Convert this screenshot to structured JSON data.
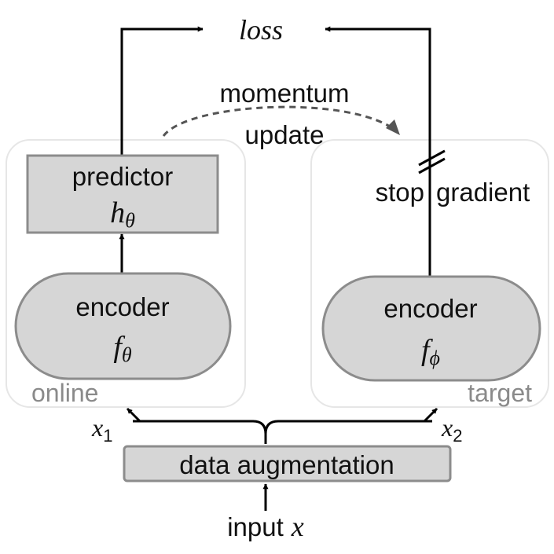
{
  "loss": {
    "label": "loss"
  },
  "momentum": {
    "line1": "momentum",
    "line2": "update"
  },
  "online": {
    "group_label": "online",
    "predictor": {
      "name": "predictor",
      "symbol": "h",
      "subscript": "θ"
    },
    "encoder": {
      "name": "encoder",
      "symbol": "f",
      "subscript": "θ"
    }
  },
  "target": {
    "group_label": "target",
    "stop_gradient": {
      "part1": "stop",
      "part2": "gradient"
    },
    "encoder": {
      "name": "encoder",
      "symbol": "f",
      "subscript": "ϕ"
    }
  },
  "views": {
    "x1": {
      "symbol": "x",
      "subscript": "1"
    },
    "x2": {
      "symbol": "x",
      "subscript": "2"
    }
  },
  "augmentation": {
    "label": "data augmentation"
  },
  "input": {
    "label": "input",
    "symbol": "x"
  },
  "colors": {
    "box_fill": "#d6d6d6",
    "box_stroke": "#8c8c8c",
    "panel_stroke": "#e6e6e6",
    "group_label": "#8a8a8a",
    "arrow": "#000000",
    "momentum_arrow": "#555555"
  }
}
